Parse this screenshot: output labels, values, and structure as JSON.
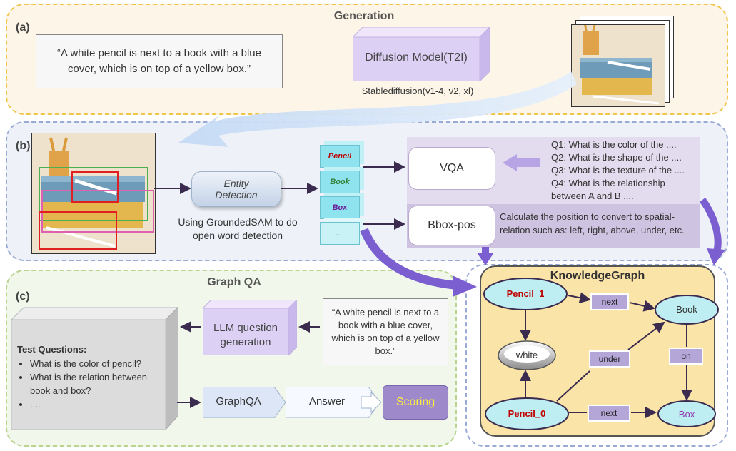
{
  "panel_a": {
    "label": "(a)",
    "title": "Generation",
    "prompt_text": "“A white pencil is next to a book with a blue cover, which is on top of a yellow box.”",
    "model_label": "Diffusion Model(T2I)",
    "model_caption": "Stablediffusion(v1-4, v2, xl)"
  },
  "panel_b": {
    "label": "(b)",
    "entity_detection_label": "Entity Detection",
    "detection_caption": "Using GroundedSAM to do open word detection",
    "entities": [
      "Pencil",
      "Book",
      "Box",
      "...."
    ],
    "vqa_label": "VQA",
    "bbox_label": "Bbox-pos",
    "questions": [
      "Q1: What is the color of the ....",
      "Q2: What is the shape of the ....",
      "Q3: What is the texture of the ....",
      "Q4: What is the relationship between A and B ...."
    ],
    "bbox_text": "Calculate the position to convert to spatial-relation such as: left, right, above, under, etc."
  },
  "panel_c": {
    "label": "(c)",
    "title": "Graph QA",
    "test_questions_title": "Test Questions:",
    "test_questions": [
      "What is the color of pencil?",
      "What is the relation between book and box?",
      "...."
    ],
    "llm_label": "LLM question generation",
    "prompt_text": "“A white pencil is next to a book with a blue cover, which is on top of a yellow box.”",
    "graphqa_label": "GraphQA",
    "answer_label": "Answer",
    "scoring_label": "Scoring"
  },
  "knowledge_graph": {
    "title": "KnowledgeGraph",
    "nodes": {
      "pencil1": "Pencil_1",
      "book": "Book",
      "white": "white",
      "pencil0": "Pencil_0",
      "box": "Box"
    },
    "edges": {
      "next_top": "next",
      "under": "under",
      "on": "on",
      "next_bottom": "next"
    }
  },
  "colors": {
    "panel_a_border": "#f0c64a",
    "panel_a_bg": "#fdf6e8",
    "panel_b_border": "#9aaad6",
    "panel_b_bg": "#eef2f8",
    "panel_c_border": "#b9d48e",
    "panel_c_bg": "#f1f7ea",
    "purple": "#7b5fd0",
    "kg_bg": "#fbe4a8",
    "node_cyan": "#bfeef2",
    "node_red_text": "#c00000"
  }
}
